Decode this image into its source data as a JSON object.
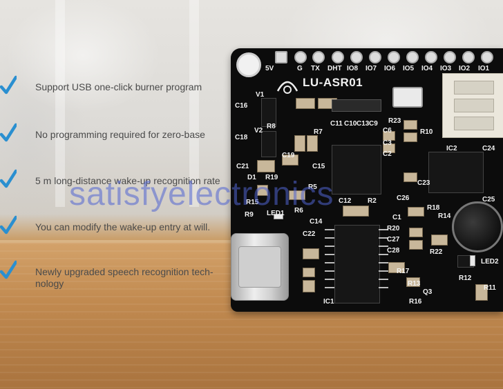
{
  "features": [
    {
      "text": "Support USB one-click burner program"
    },
    {
      "text": "No programming required for zero-base"
    },
    {
      "text": "5 m long-distance wake-up recognition rate"
    },
    {
      "text": "You can modify the wake-up entry at will."
    },
    {
      "text": "Newly upgraded speech recognition tech-nology"
    }
  ],
  "board": {
    "title": "LU-ASR01",
    "pins": [
      "5V",
      "G",
      "TX",
      "DHT",
      "IO8",
      "IO7",
      "IO6",
      "IO5",
      "IO4",
      "IO3",
      "IO2",
      "IO1"
    ],
    "labels": {
      "v1": "V1",
      "c16": "C16",
      "r8": "R8",
      "v2": "V2",
      "c18": "C18",
      "r7": "R7",
      "c21": "C21",
      "c19": "C19",
      "c15": "C15",
      "d1": "D1",
      "r19": "R19",
      "r15": "R15",
      "r5": "R5",
      "r6": "R6",
      "r9": "R9",
      "led1": "LED1",
      "c14": "C14",
      "c12": "C12",
      "r2": "R2",
      "c22": "C22",
      "c11": "C11",
      "c10": "C10",
      "c13": "C13",
      "c9": "C9",
      "r23": "R23",
      "c6": "C6",
      "c3": "C3",
      "c2": "C2",
      "r10": "R10",
      "ic2": "IC2",
      "c24": "C24",
      "c23": "C23",
      "c26": "C26",
      "r18": "R18",
      "c25": "C25",
      "c1": "C1",
      "r14": "R14",
      "r20": "R20",
      "c27": "C27",
      "c28": "C28",
      "r22": "R22",
      "r17": "R17",
      "r13": "R13",
      "q3": "Q3",
      "r16": "R16",
      "r11": "R11",
      "led2": "LED2",
      "ic1": "IC1",
      "r12": "R12"
    }
  },
  "watermark": "satisfyelectronics",
  "colors": {
    "check": "#2a8fd0",
    "board": "#0c0c0c",
    "watermark": "#5064d2"
  }
}
